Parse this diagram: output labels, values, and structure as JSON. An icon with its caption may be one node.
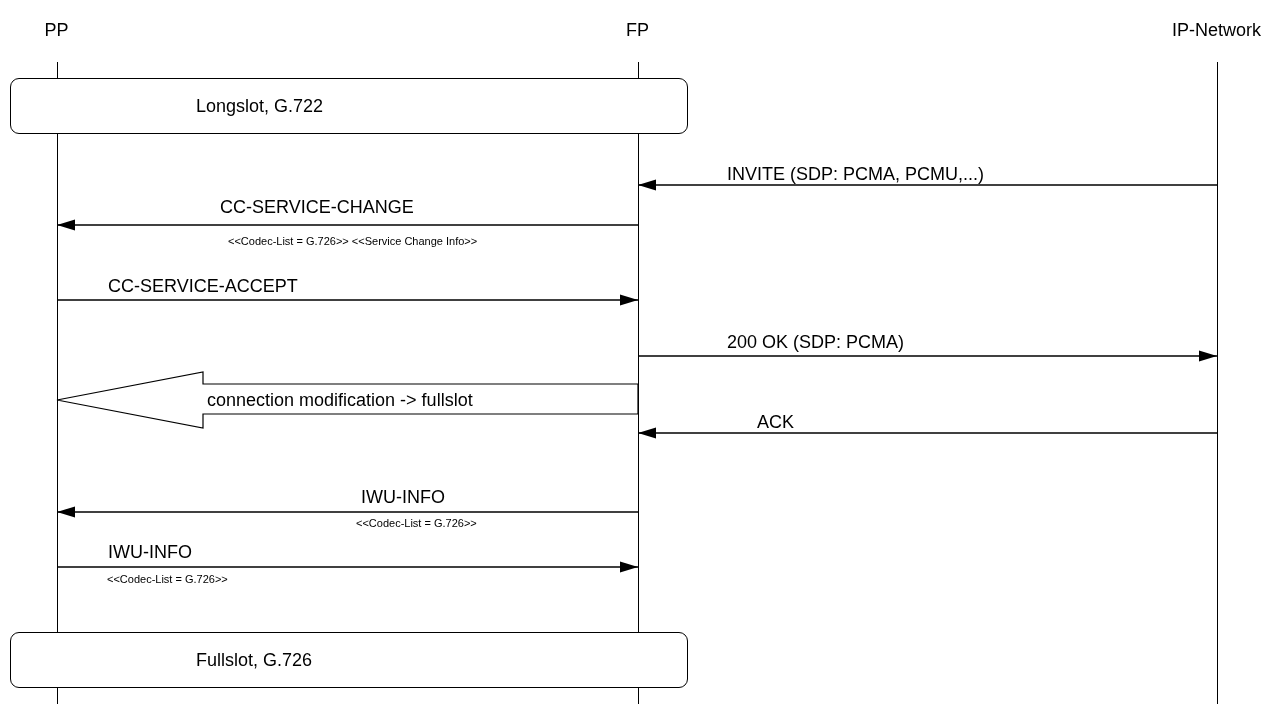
{
  "diagram": {
    "nodes": [
      {
        "text": [
          "PP"
        ]
      },
      {
        "text": [
          "FP"
        ]
      },
      {
        "text": [
          "IP-Network"
        ]
      },
      {
        "text": [
          "Longslot, G.722"
        ]
      },
      {
        "text": [
          "Fullslot, G.726"
        ]
      }
    ],
    "edges": [
      {
        "from": 2,
        "to": 1,
        "arrow": "to",
        "label": "INVITE (SDP: PCMA, PCMU,...)"
      },
      {
        "from": 1,
        "to": 0,
        "arrow": "to",
        "label": "CC-SERVICE-CHANGE"
      },
      {
        "from": 0,
        "to": 1,
        "arrow": "to",
        "label": "CC-SERVICE-ACCEPT"
      },
      {
        "from": 1,
        "to": 2,
        "arrow": "to",
        "label": "200 OK (SDP: PCMA)"
      },
      {
        "from": 1,
        "to": 0,
        "arrow": "to",
        "label": "connection modification -> fullslot",
        "style": "thick"
      },
      {
        "from": 2,
        "to": 1,
        "arrow": "to",
        "label": "ACK"
      },
      {
        "from": 1,
        "to": 0,
        "arrow": "to",
        "label": "IWU-INFO"
      },
      {
        "from": 0,
        "to": 1,
        "arrow": "to",
        "label": "IWU-INFO"
      }
    ],
    "labels": [
      "<<Codec-List = G.726>> <<Service Change Info>>",
      "<<Codec-List = G.726>>",
      "<<Codec-List = G.726>>"
    ]
  }
}
